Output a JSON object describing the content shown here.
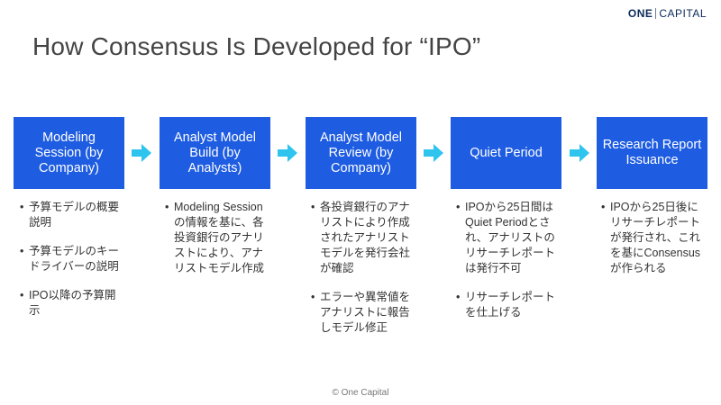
{
  "logo": {
    "part1": "ONE",
    "part2": "CAPITAL"
  },
  "title": "How Consensus Is Developed for “IPO”",
  "steps": [
    {
      "label": "Modeling Session (by Company)",
      "bullets": [
        "予算モデルの概要説明",
        "予算モデルのキードライバーの説明",
        "IPO以降の予算開示"
      ]
    },
    {
      "label": "Analyst Model Build (by Analysts)",
      "bullets": [
        "Modeling Sessionの情報を基に、各投資銀行のアナリストにより、アナリストモデル作成"
      ]
    },
    {
      "label": "Analyst Model Review (by Company)",
      "bullets": [
        "各投資銀行のアナリストにより作成されたアナリストモデルを発行会社が確認",
        "エラーや異常値をアナリストに報告しモデル修正"
      ]
    },
    {
      "label": "Quiet Period",
      "bullets": [
        "IPOから25日間はQuiet Periodとされ、アナリストのリサーチレポートは発行不可",
        "リサーチレポートを仕上げる"
      ]
    },
    {
      "label": "Research Report Issuance",
      "bullets": [
        "IPOから25日後にリサーチレポートが発行され、これを基にConsensusが作られる"
      ]
    }
  ],
  "footer": "© One Capital",
  "colors": {
    "step_box": "#1e5ce1",
    "arrow": "#2ec4ee",
    "title": "#444444"
  }
}
